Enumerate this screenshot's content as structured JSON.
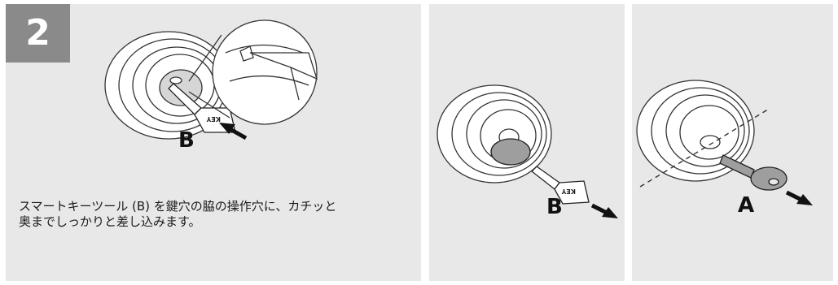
{
  "step": {
    "number": "2"
  },
  "instruction": {
    "line1": "スマートキーツール (B) を鍵穴の脇の操作穴に、カチッと",
    "line2": "奥までしっかりと差し込みます。"
  },
  "labels": {
    "panel1_tool": "B",
    "panel2_tool": "B",
    "panel3_key": "A"
  },
  "tool_label_text": "KEY",
  "colors": {
    "panel_bg": "#e8e8e8",
    "badge_bg": "#8a8a8a",
    "badge_text": "#ffffff",
    "line": "#333333",
    "key_fill": "#9e9e9e",
    "lock_fill": "#ffffff"
  }
}
